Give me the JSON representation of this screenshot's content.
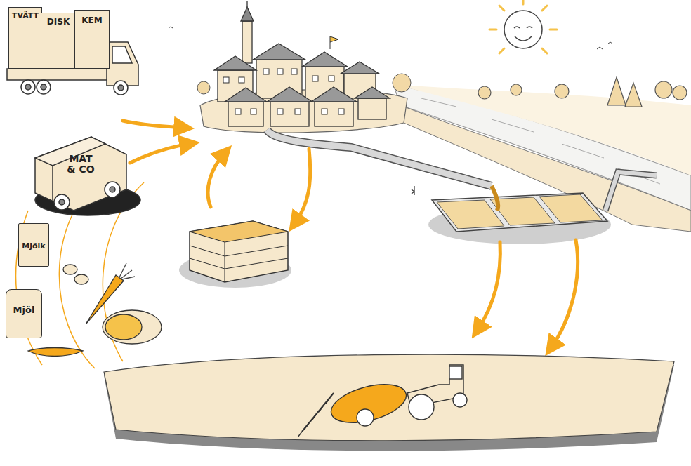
{
  "diagram": {
    "nodes": [
      {
        "text": [
          "TVÄTT"
        ]
      },
      {
        "text": [
          "DISK"
        ]
      },
      {
        "text": [
          "KEM"
        ]
      },
      {
        "text": [
          "MAT & CO"
        ]
      },
      {
        "text": [
          "Mjölk"
        ]
      },
      {
        "text": [
          "Mjöl"
        ]
      }
    ]
  }
}
